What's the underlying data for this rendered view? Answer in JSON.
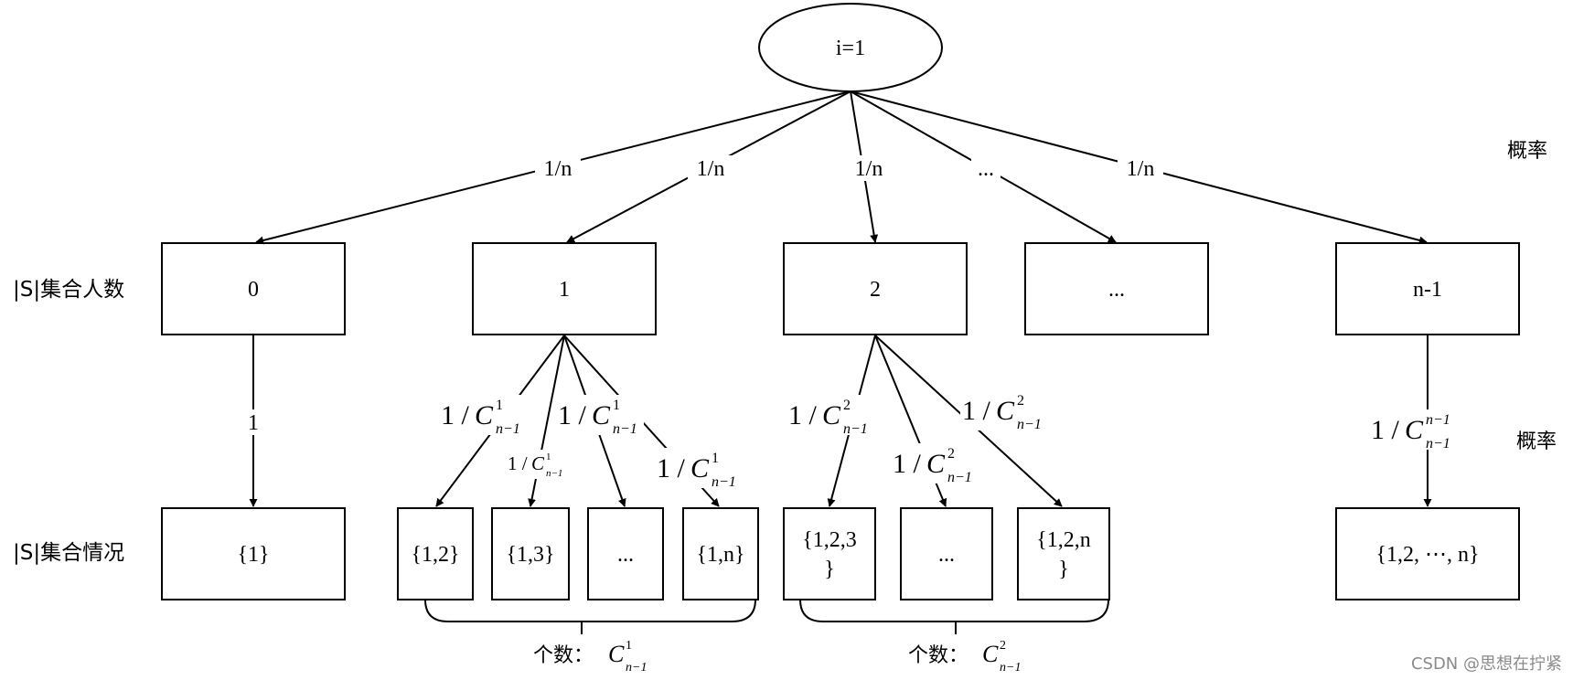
{
  "root": {
    "label": "i=1"
  },
  "labels": {
    "prob_top": "概率",
    "prob_mid": "概率",
    "size_row": "|S|集合人数",
    "sets_row": "|S|集合情况",
    "count": "个数："
  },
  "branch_probs": [
    "1/n",
    "1/n",
    "1/n",
    "...",
    "1/n"
  ],
  "size_boxes": [
    "0",
    "1",
    "2",
    "...",
    "n-1"
  ],
  "set_boxes": [
    "{1}",
    "{1,2}",
    "{1,3}",
    "...",
    "{1,n}",
    "{1,2,3",
    "}",
    "...",
    "{1,2,n",
    "}",
    "{1,2, ⋯, n}"
  ],
  "edge_one": "1",
  "comb": {
    "frac": "1 /",
    "C": "C",
    "sup1": "1",
    "sup2": "2",
    "supn": "n−1",
    "sub": "n−1"
  },
  "watermark": "CSDN @思想在拧紧"
}
